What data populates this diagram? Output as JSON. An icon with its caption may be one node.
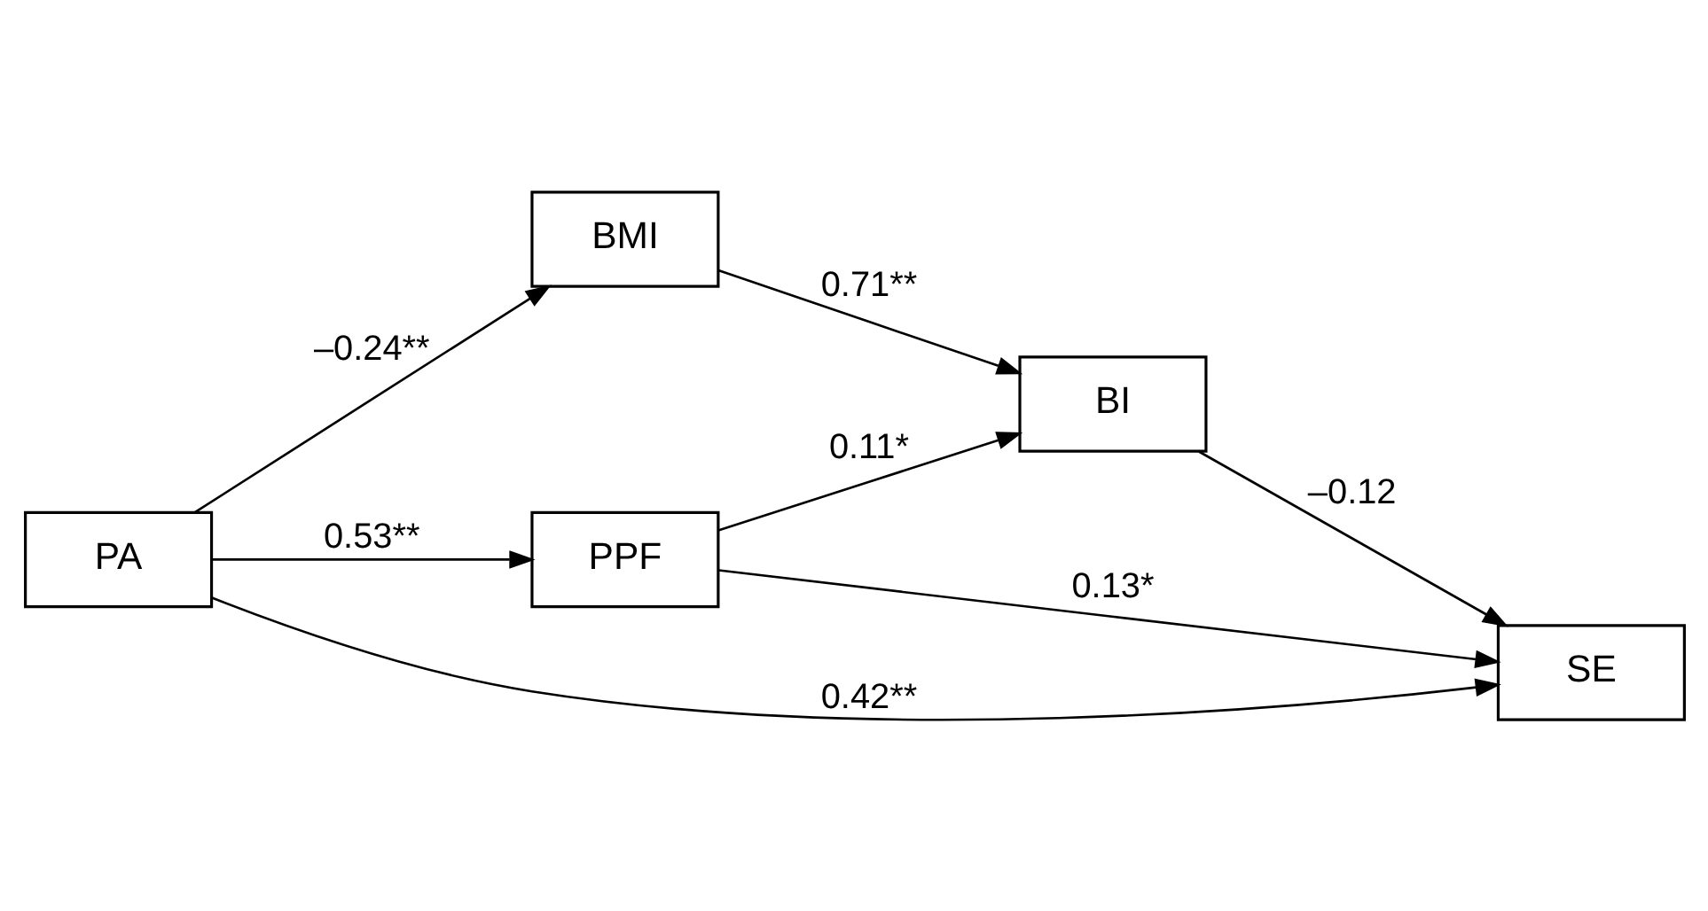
{
  "diagram": {
    "nodes": [
      {
        "text": [
          "PA"
        ]
      },
      {
        "text": [
          "BMI"
        ]
      },
      {
        "text": [
          "PPF"
        ]
      },
      {
        "text": [
          "BI"
        ]
      },
      {
        "text": [
          "SE"
        ]
      }
    ],
    "edges": [
      {
        "from": 0,
        "to": 4,
        "arrow": "to",
        "label": "0.42**"
      },
      {
        "from": 0,
        "to": 1,
        "arrow": "to",
        "label": "–0.24**"
      },
      {
        "from": 0,
        "to": 2,
        "arrow": "to",
        "label": "0.53**"
      },
      {
        "from": 1,
        "to": 3,
        "arrow": "to",
        "label": "0.71**"
      },
      {
        "from": 2,
        "to": 3,
        "arrow": "to",
        "label": "0.11*"
      },
      {
        "from": 3,
        "to": 4,
        "arrow": "to",
        "label": "–0.12"
      },
      {
        "from": 2,
        "to": 4,
        "arrow": "to",
        "label": "0.13*"
      }
    ]
  }
}
